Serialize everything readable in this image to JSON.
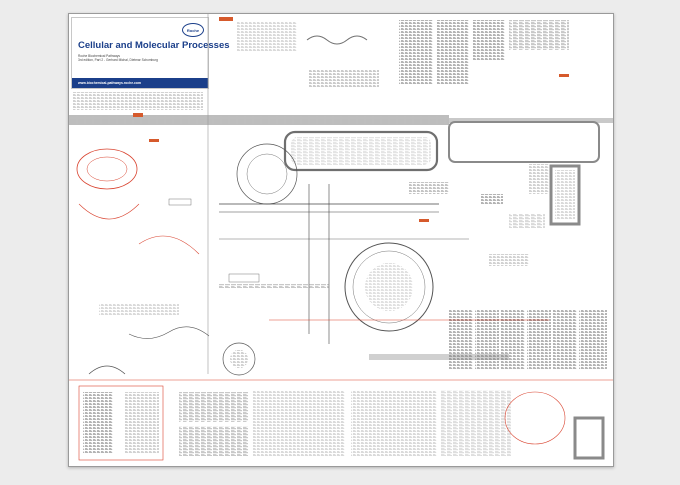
{
  "poster": {
    "title": "Cellular and Molecular Processes",
    "subtitle_line1": "Roche Biochemical Pathways",
    "subtitle_line2": "3rd edition, Part 2 - Gerhard Michal, Dietmar Schomburg",
    "url": "www.biochemical-pathways.roche.com",
    "logo_text": "Roche"
  },
  "colors": {
    "brand_blue": "#1b3f8a",
    "membrane_grey": "#8c8c8c",
    "pathway_red": "#d9432f",
    "label_orange": "#d65a2c",
    "ink": "#3a3a3a"
  }
}
